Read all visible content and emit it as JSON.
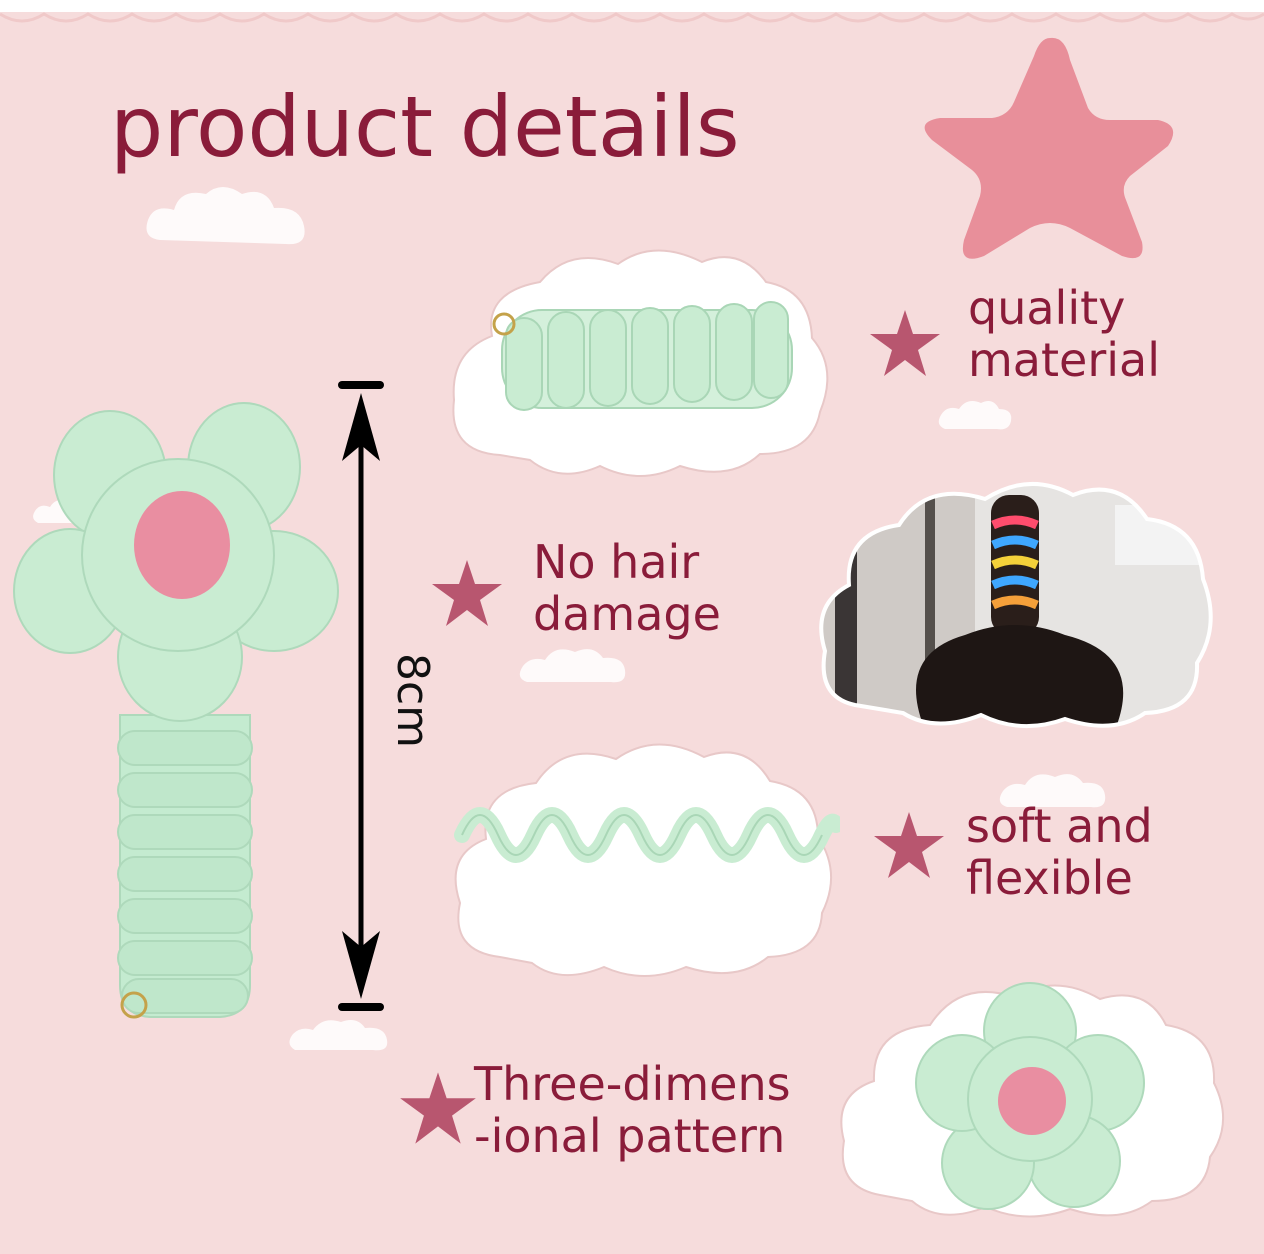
{
  "title": "product details",
  "features": [
    {
      "line1": "quality",
      "line2": "material"
    },
    {
      "line1": "No hair",
      "line2": "damage"
    },
    {
      "line1": "soft and",
      "line2": "flexible"
    },
    {
      "line1": "Three-dimens",
      "line2": "-ional pattern"
    }
  ],
  "measurement": "8cm",
  "colors": {
    "background": "#f6dcdc",
    "text": "#8a1c3a",
    "star": "#b8566f",
    "big_star": "#e88f9a",
    "product_green": "#c9ecd2",
    "flower_center": "#e98ea1"
  }
}
